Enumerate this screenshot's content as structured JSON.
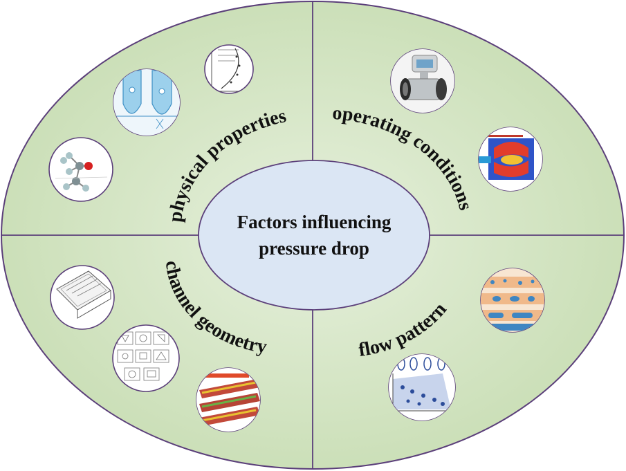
{
  "center": {
    "line1": "Factors influencing",
    "line2": "pressure drop"
  },
  "quadrants": {
    "top_left": "physical properties",
    "top_right": "operating conditions",
    "bottom_left": "channel geometry",
    "bottom_right": "flow pattern"
  },
  "colors": {
    "fill_green": "#cfe3bf",
    "fill_green_light": "#dfeed3",
    "outline_purple": "#5b3f7a",
    "center_fill": "#dbe6f4"
  }
}
